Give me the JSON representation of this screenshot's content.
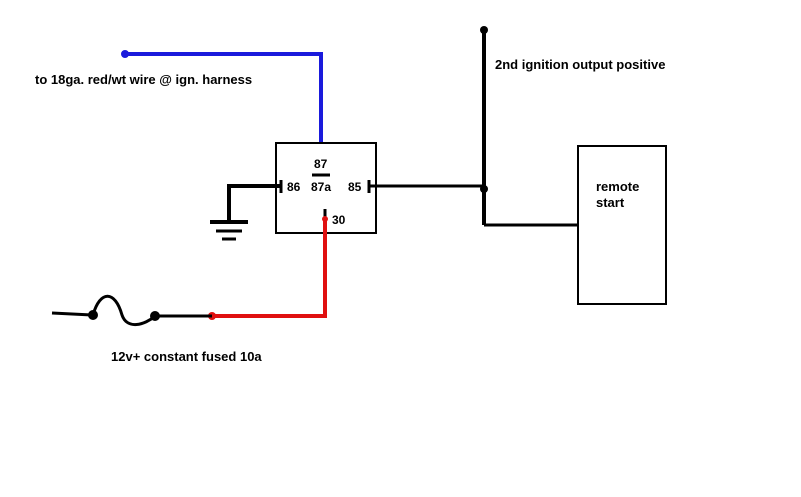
{
  "labels": {
    "ign_harness": "to 18ga. red/wt wire @ ign. harness",
    "ign_output": "2nd ignition output positive",
    "constant_power": "12v+ constant fused 10a",
    "remote_start_line1": "remote",
    "remote_start_line2": "start"
  },
  "relay": {
    "pin_87": "87",
    "pin_87a": "87a",
    "pin_86": "86",
    "pin_85": "85",
    "pin_30": "30"
  },
  "colors": {
    "ign_wire": "#1a1adc",
    "power_wire": "#e01010",
    "black_wire": "#000000"
  }
}
